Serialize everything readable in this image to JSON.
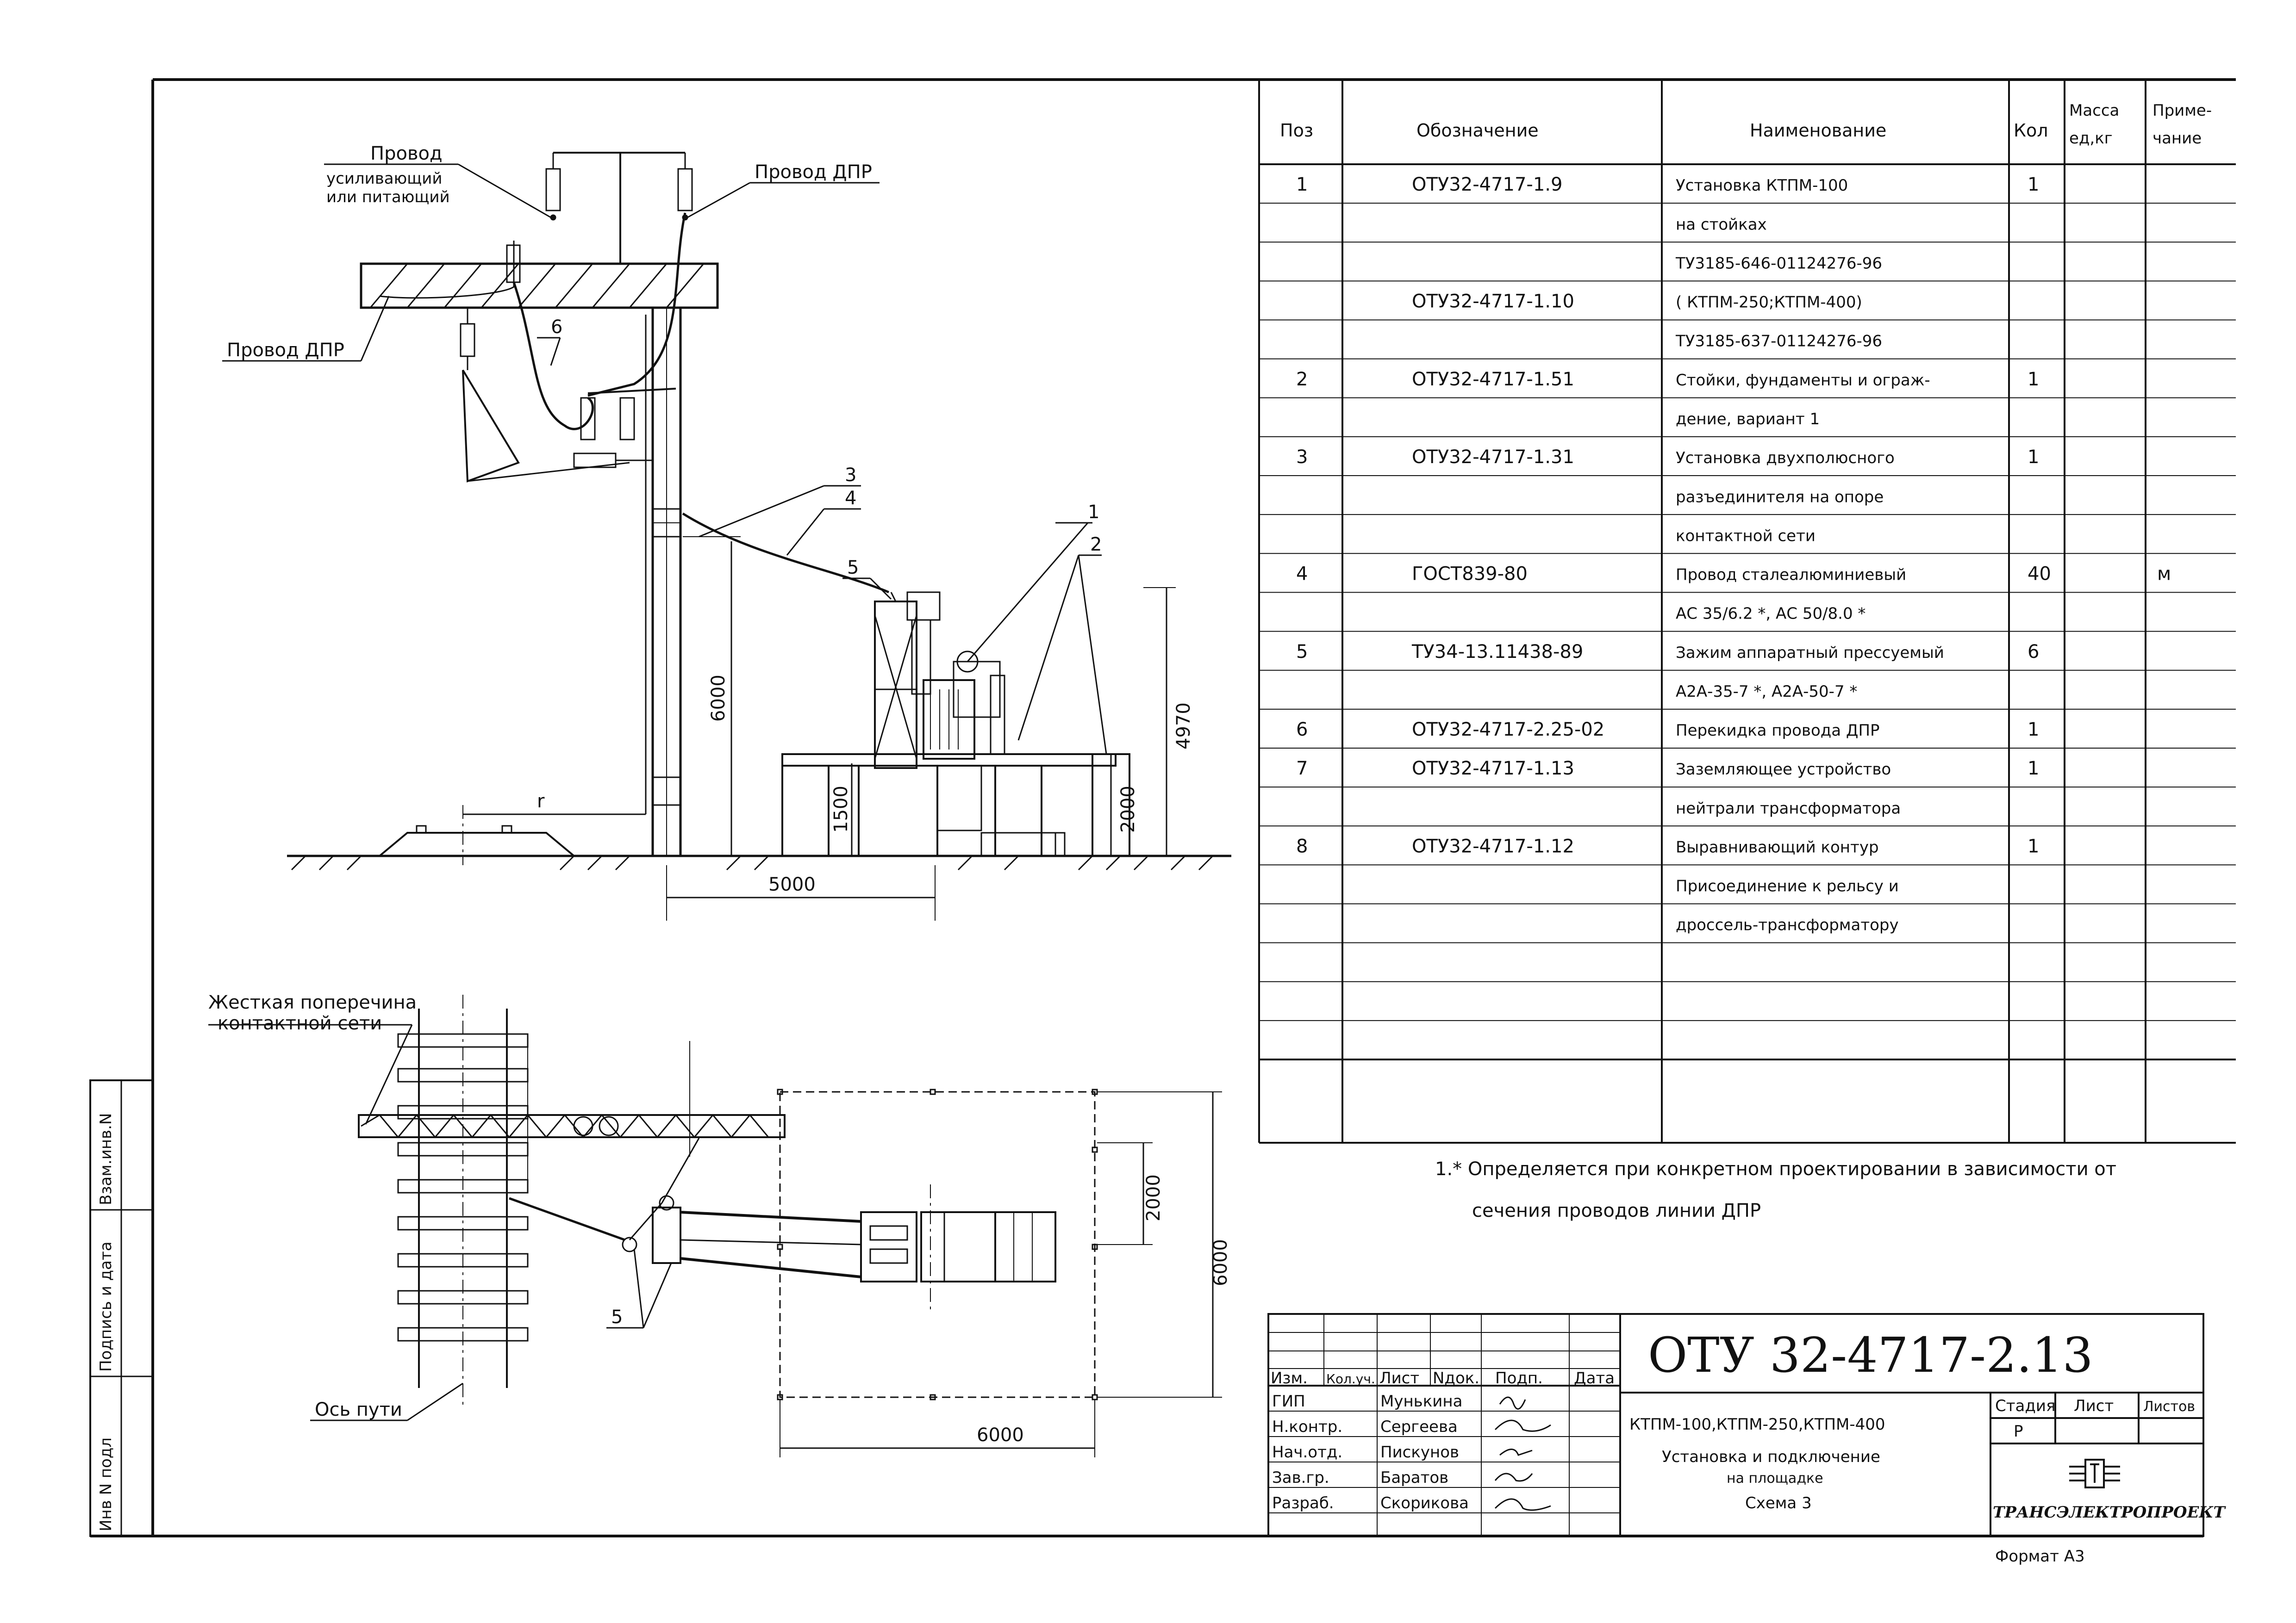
{
  "drawing": {
    "callouts": {
      "wire_reinforcing": [
        "Провод",
        "усиливающий",
        "или питающий"
      ],
      "wire_dpr_right": "Провод ДПР",
      "wire_dpr_left": "Провод ДПР",
      "rigid_crossbar": [
        "Жесткая поперечина",
        "контактной сети"
      ],
      "track_axis": "Ось пути"
    },
    "position_marks": [
      "1",
      "2",
      "3",
      "4",
      "5",
      "6",
      "5"
    ],
    "dimensions": {
      "elev_h_6000": "6000",
      "elev_h_4970": "4970",
      "elev_h_2000": "2000",
      "elev_h_1500": "1500",
      "elev_w_5000": "5000",
      "elev_r": "r",
      "plan_2000": "2000",
      "plan_6000_v": "6000",
      "plan_6000_h": "6000"
    }
  },
  "spec_table": {
    "headers": {
      "pos": "Поз",
      "designation": "Обозначение",
      "name": "Наименование",
      "qty": "Кол",
      "mass": [
        "Масса",
        "ед,кг"
      ],
      "note": [
        "Приме-",
        "чание"
      ]
    },
    "rows": [
      {
        "pos": "1",
        "designation": "ОТУ32-4717-1.9",
        "name": "Установка КТПМ-100",
        "qty": "1",
        "note": ""
      },
      {
        "pos": "",
        "designation": "",
        "name": "на стойках",
        "qty": "",
        "note": ""
      },
      {
        "pos": "",
        "designation": "",
        "name": "ТУ3185-646-01124276-96",
        "qty": "",
        "note": ""
      },
      {
        "pos": "",
        "designation": "ОТУ32-4717-1.10",
        "name": "( КТПМ-250;КТПМ-400)",
        "qty": "",
        "note": ""
      },
      {
        "pos": "",
        "designation": "",
        "name": "ТУ3185-637-01124276-96",
        "qty": "",
        "note": ""
      },
      {
        "pos": "2",
        "designation": "ОТУ32-4717-1.51",
        "name": "Стойки, фундаменты и ограж-",
        "qty": "1",
        "note": ""
      },
      {
        "pos": "",
        "designation": "",
        "name": "дение, вариант 1",
        "qty": "",
        "note": ""
      },
      {
        "pos": "3",
        "designation": "ОТУ32-4717-1.31",
        "name": "Установка двухполюсного",
        "qty": "1",
        "note": ""
      },
      {
        "pos": "",
        "designation": "",
        "name": "разъединителя на опоре",
        "qty": "",
        "note": ""
      },
      {
        "pos": "",
        "designation": "",
        "name": "контактной сети",
        "qty": "",
        "note": ""
      },
      {
        "pos": "4",
        "designation": "ГОСТ839-80",
        "name": "Провод сталеалюминиевый",
        "qty": "40",
        "note": "м"
      },
      {
        "pos": "",
        "designation": "",
        "name": "АС 35/6.2 *, АС 50/8.0 *",
        "qty": "",
        "note": ""
      },
      {
        "pos": "5",
        "designation": "ТУ34-13.11438-89",
        "name": "Зажим аппаратный прессуемый",
        "qty": "6",
        "note": ""
      },
      {
        "pos": "",
        "designation": "",
        "name": "А2А-35-7 *, А2А-50-7 *",
        "qty": "",
        "note": ""
      },
      {
        "pos": "6",
        "designation": "ОТУ32-4717-2.25-02",
        "name": "Перекидка провода ДПР",
        "qty": "1",
        "note": ""
      },
      {
        "pos": "7",
        "designation": "ОТУ32-4717-1.13",
        "name": "Заземляющее устройство",
        "qty": "1",
        "note": ""
      },
      {
        "pos": "",
        "designation": "",
        "name": "нейтрали трансформатора",
        "qty": "",
        "note": ""
      },
      {
        "pos": "8",
        "designation": "ОТУ32-4717-1.12",
        "name": "Выравнивающий контур",
        "qty": "1",
        "note": ""
      },
      {
        "pos": "",
        "designation": "",
        "name": "Присоединение к рельсу и",
        "qty": "",
        "note": ""
      },
      {
        "pos": "",
        "designation": "",
        "name": "дроссель-трансформатору",
        "qty": "",
        "note": ""
      },
      {
        "pos": "",
        "designation": "",
        "name": "",
        "qty": "",
        "note": ""
      },
      {
        "pos": "",
        "designation": "",
        "name": "",
        "qty": "",
        "note": ""
      },
      {
        "pos": "",
        "designation": "",
        "name": "",
        "qty": "",
        "note": ""
      }
    ]
  },
  "footnote": {
    "line1": "1.* Определяется при конкретном проектировании в зависимости от",
    "line2": "сечения проводов линии ДПР"
  },
  "title_block": {
    "doc_code": "ОТУ 32-4717-2.13",
    "header_cols": [
      "Изм.",
      "Кол.уч.",
      "Лист",
      "Nдок.",
      "Подп.",
      "Дата"
    ],
    "people": [
      {
        "role": "ГИП",
        "name": "Мунькина"
      },
      {
        "role": "Н.контр.",
        "name": "Сергеева"
      },
      {
        "role": "Нач.отд.",
        "name": "Пискунов"
      },
      {
        "role": "Зав.гр.",
        "name": "Баратов"
      },
      {
        "role": "Разраб.",
        "name": "Скорикова"
      }
    ],
    "description": [
      "КТПМ-100,КТПМ-250,КТПМ-400",
      "Установка и подключение",
      "на площадке",
      "Схема 3"
    ],
    "stage_label": "Стадия",
    "stage_value": "Р",
    "sheet_label": "Лист",
    "sheets_label": "Листов",
    "org": "ТРАНСЭЛЕКТРОПРОЕКТ",
    "format": "Формат А3"
  },
  "side_stamp": [
    "Инв N подл",
    "Подпись и дата",
    "Взам.инв.N"
  ]
}
